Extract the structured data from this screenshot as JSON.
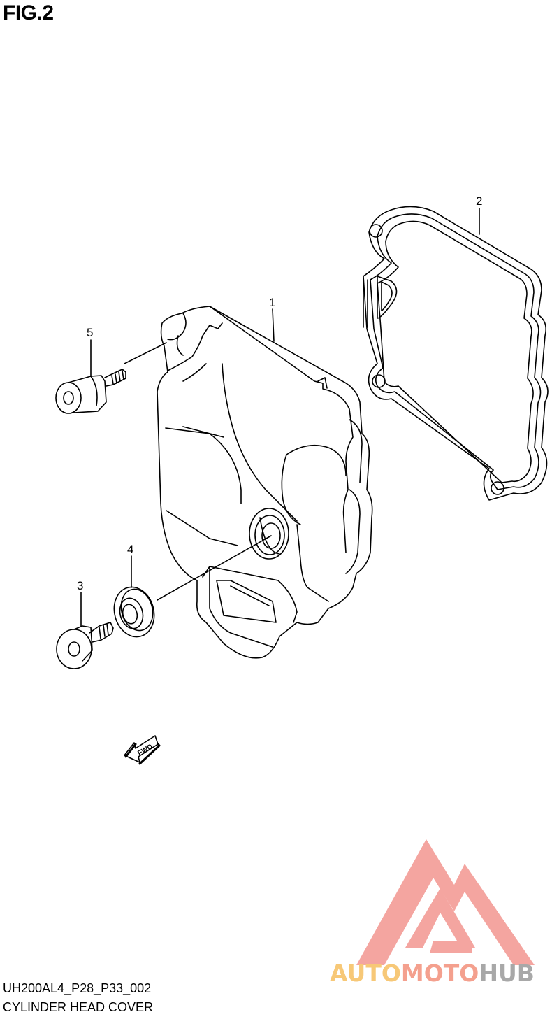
{
  "figure": {
    "title": "FIG.2",
    "fwd_label": "FWD"
  },
  "parts": [
    {
      "number": "1"
    },
    {
      "number": "2"
    },
    {
      "number": "3"
    },
    {
      "number": "4"
    },
    {
      "number": "5"
    }
  ],
  "footer": {
    "code": "UH200AL4_P28_P33_002",
    "name": "CYLINDER HEAD COVER"
  },
  "watermark": {
    "part1": "AUTO",
    "part2": "MOTO",
    "part3": "HUB",
    "colors": {
      "auto": "#f7c877",
      "moto": "#f4a08e",
      "hub": "#a8a8a8",
      "triangle": "#f4a5a0"
    }
  }
}
